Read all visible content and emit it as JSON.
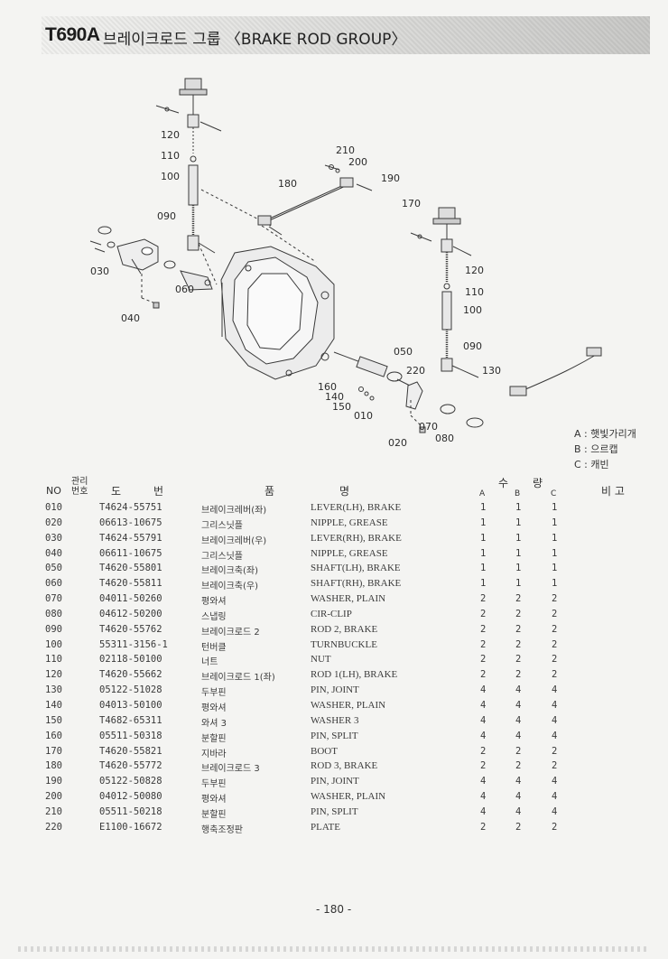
{
  "header": {
    "model": "T690A",
    "title": "브레이크로드 그룹 〈BRAKE ROD GROUP〉"
  },
  "diagram": {
    "callouts": {
      "c120a": "120",
      "c110a": "110",
      "c100a": "100",
      "c090a": "090",
      "c030": "030",
      "c060": "060",
      "c040": "040",
      "c210": "210",
      "c200": "200",
      "c180": "180",
      "c190": "190",
      "c170": "170",
      "c120b": "120",
      "c110b": "110",
      "c100b": "100",
      "c090b": "090",
      "c050": "050",
      "c220": "220",
      "c130": "130",
      "c160": "160",
      "c140": "140",
      "c150": "150",
      "c010": "010",
      "c070": "070",
      "c080": "080",
      "c020": "020"
    }
  },
  "legend": [
    "A : 햇빛가리개",
    "B : 으르캡",
    "C : 캐빈"
  ],
  "table_header": {
    "no": "NO",
    "mgmt": "관리번호",
    "dobeon_1": "도",
    "dobeon_2": "번",
    "pummyeong_1": "품",
    "pummyeong_2": "명",
    "qty_1": "수",
    "qty_2": "량",
    "col_a": "A",
    "col_b": "B",
    "col_c": "C",
    "remark": "비 고"
  },
  "parts": [
    {
      "no": "010",
      "part": "T4624-55751",
      "kr": "브레이크레버(좌)",
      "en": "LEVER(LH), BRAKE",
      "a": "1",
      "b": "1",
      "c": "1"
    },
    {
      "no": "020",
      "part": "06613-10675",
      "kr": "그리스닛플",
      "en": "NIPPLE, GREASE",
      "a": "1",
      "b": "1",
      "c": "1"
    },
    {
      "no": "030",
      "part": "T4624-55791",
      "kr": "브레이크레버(우)",
      "en": "LEVER(RH), BRAKE",
      "a": "1",
      "b": "1",
      "c": "1"
    },
    {
      "no": "040",
      "part": "06611-10675",
      "kr": "그리스닛플",
      "en": "NIPPLE, GREASE",
      "a": "1",
      "b": "1",
      "c": "1"
    },
    {
      "no": "050",
      "part": "T4620-55801",
      "kr": "브레이크축(좌)",
      "en": "SHAFT(LH), BRAKE",
      "a": "1",
      "b": "1",
      "c": "1"
    },
    {
      "no": "060",
      "part": "T4620-55811",
      "kr": "브레이크축(우)",
      "en": "SHAFT(RH), BRAKE",
      "a": "1",
      "b": "1",
      "c": "1"
    },
    {
      "no": "070",
      "part": "04011-50260",
      "kr": "평와셔",
      "en": "WASHER, PLAIN",
      "a": "2",
      "b": "2",
      "c": "2"
    },
    {
      "no": "080",
      "part": "04612-50200",
      "kr": "스냅링",
      "en": "CIR-CLIP",
      "a": "2",
      "b": "2",
      "c": "2"
    },
    {
      "no": "090",
      "part": "T4620-55762",
      "kr": "브레이크로드 2",
      "en": "ROD 2, BRAKE",
      "a": "2",
      "b": "2",
      "c": "2"
    },
    {
      "no": "100",
      "part": "55311-3156-1",
      "kr": "턴버클",
      "en": "TURNBUCKLE",
      "a": "2",
      "b": "2",
      "c": "2"
    },
    {
      "no": "110",
      "part": "02118-50100",
      "kr": "너트",
      "en": "NUT",
      "a": "2",
      "b": "2",
      "c": "2"
    },
    {
      "no": "120",
      "part": "T4620-55662",
      "kr": "브레이크로드 1(좌)",
      "en": "ROD 1(LH), BRAKE",
      "a": "2",
      "b": "2",
      "c": "2"
    },
    {
      "no": "130",
      "part": "05122-51028",
      "kr": "두부핀",
      "en": "PIN, JOINT",
      "a": "4",
      "b": "4",
      "c": "4"
    },
    {
      "no": "140",
      "part": "04013-50100",
      "kr": "평와셔",
      "en": "WASHER, PLAIN",
      "a": "4",
      "b": "4",
      "c": "4"
    },
    {
      "no": "150",
      "part": "T4682-65311",
      "kr": "와셔 3",
      "en": "WASHER 3",
      "a": "4",
      "b": "4",
      "c": "4"
    },
    {
      "no": "160",
      "part": "05511-50318",
      "kr": "분할핀",
      "en": "PIN, SPLIT",
      "a": "4",
      "b": "4",
      "c": "4"
    },
    {
      "no": "170",
      "part": "T4620-55821",
      "kr": "지바라",
      "en": "BOOT",
      "a": "2",
      "b": "2",
      "c": "2"
    },
    {
      "no": "180",
      "part": "T4620-55772",
      "kr": "브레이크로드 3",
      "en": "ROD 3, BRAKE",
      "a": "2",
      "b": "2",
      "c": "2"
    },
    {
      "no": "190",
      "part": "05122-50828",
      "kr": "두부핀",
      "en": "PIN, JOINT",
      "a": "4",
      "b": "4",
      "c": "4"
    },
    {
      "no": "200",
      "part": "04012-50080",
      "kr": "평와셔",
      "en": "WASHER, PLAIN",
      "a": "4",
      "b": "4",
      "c": "4"
    },
    {
      "no": "210",
      "part": "05511-50218",
      "kr": "분할핀",
      "en": "PIN, SPLIT",
      "a": "4",
      "b": "4",
      "c": "4"
    },
    {
      "no": "220",
      "part": "E1100-16672",
      "kr": "행축조정판",
      "en": "PLATE",
      "a": "2",
      "b": "2",
      "c": "2"
    }
  ],
  "page_number": "- 180 -"
}
